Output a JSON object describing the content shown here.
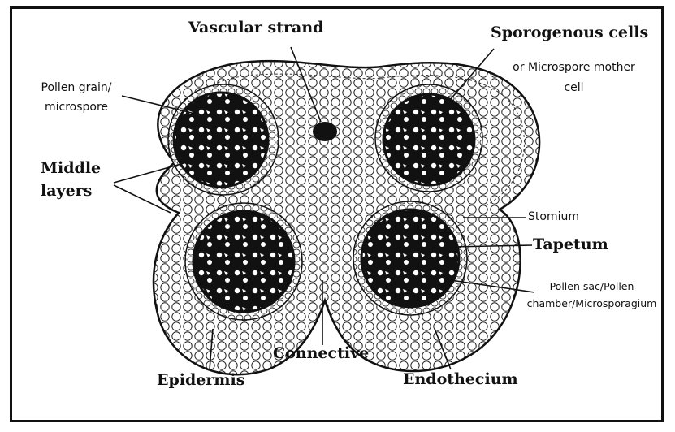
{
  "labels": {
    "vascular_strand": "Vascular strand",
    "sporogenous_cells": "Sporogenous cells",
    "mother_cell_line1": "or Microspore mother",
    "mother_cell_line2": "cell",
    "pollen_grain_line1": "Pollen grain/",
    "pollen_grain_line2": "microspore",
    "middle_layers_line1": "Middle",
    "middle_layers_line2": "layers",
    "stomium": "Stomium",
    "tapetum": "Tapetum",
    "pollen_sac_line1": "Pollen sac/Pollen",
    "pollen_sac_line2": "chamber/Microsporagium",
    "connective": "Connective",
    "epidermis": "Epidermis",
    "endothecium": "Endothecium"
  },
  "colors": {
    "ink": "#111111",
    "background": "#ffffff",
    "cell_fill": "#ffffff"
  }
}
